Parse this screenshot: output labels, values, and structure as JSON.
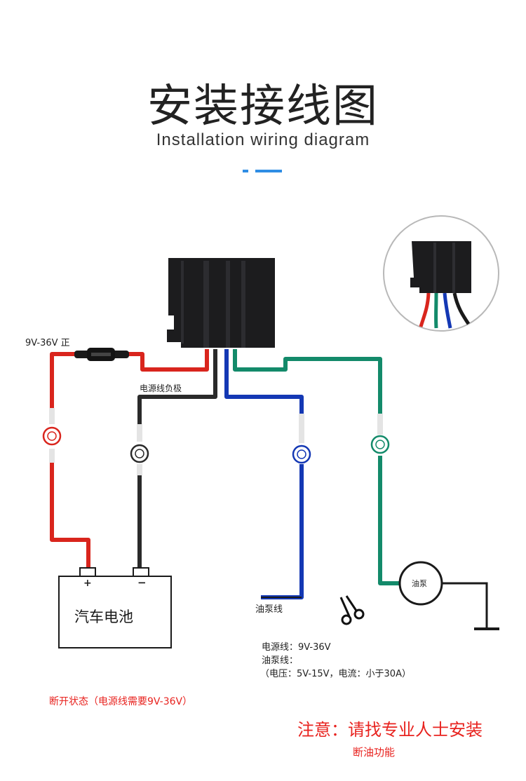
{
  "header": {
    "title": "安装接线图",
    "subtitle": "Installation wiring diagram"
  },
  "labels": {
    "positive_voltage": "9V-36V 正",
    "power_negative": "电源线负极",
    "battery": "汽车电池",
    "battery_plus": "+",
    "battery_minus": "−",
    "pump_wire": "油泵线",
    "pump": "油泵"
  },
  "notes": {
    "power_line": "电源线：9V-36V",
    "pump_line": "油泵线：",
    "pump_spec": "（电压：5V-15V，电流：小于30A）",
    "state": "断开状态（电源线需要9V-36V）",
    "warning": "注意：请找专业人士安装",
    "function": "断油功能"
  },
  "colors": {
    "red_wire": "#d9251d",
    "black_wire": "#2a2a2a",
    "blue_wire": "#1438b4",
    "green_wire": "#138a6a",
    "accent": "#2f8de4",
    "note_red": "#e8231f"
  },
  "icons": [
    "fuse-icon",
    "scissors-icon",
    "ground-icon",
    "relay-module-icon"
  ]
}
